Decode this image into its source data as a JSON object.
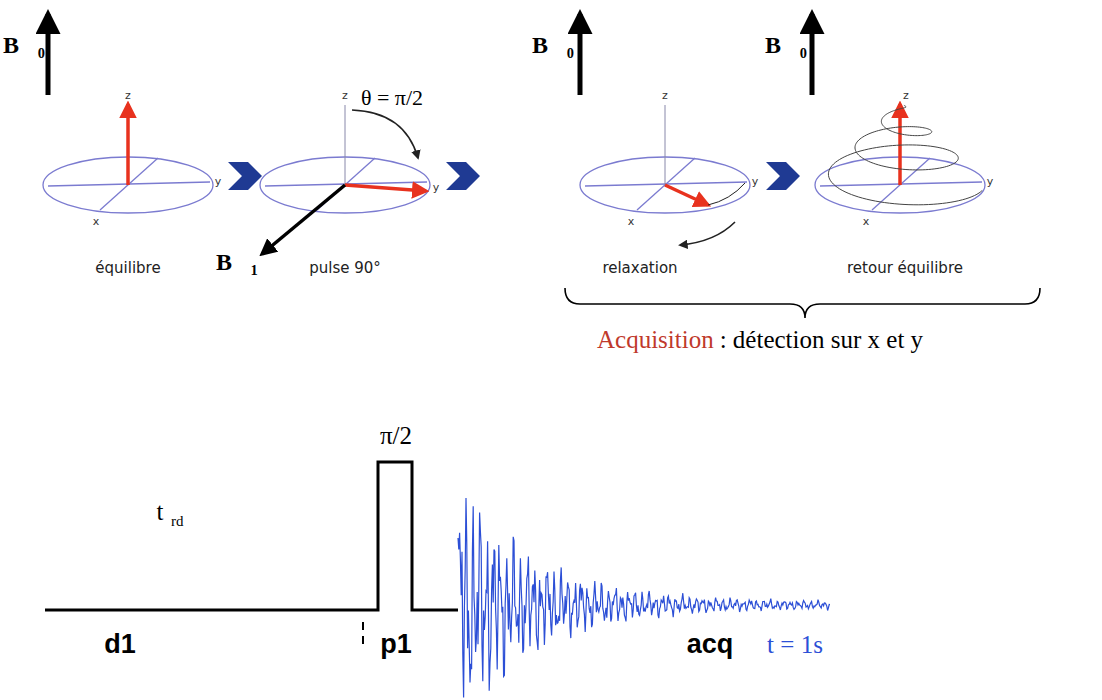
{
  "diagram": {
    "labels": [
      "B⃗₀",
      "z",
      "x",
      "y",
      "z",
      "θ = π/2",
      "y",
      "B⃗₁",
      "B⃗₀",
      "z",
      "x",
      "y",
      "B⃗₀",
      "z",
      "x",
      "y",
      "équilibre",
      "pulse 90°",
      "relaxation",
      "retour équilibre",
      "Acquisition",
      ": détection sur x et y",
      "π/2",
      "t",
      "rd",
      "d1",
      "p1",
      "acq",
      "t = 1s"
    ]
  }
}
